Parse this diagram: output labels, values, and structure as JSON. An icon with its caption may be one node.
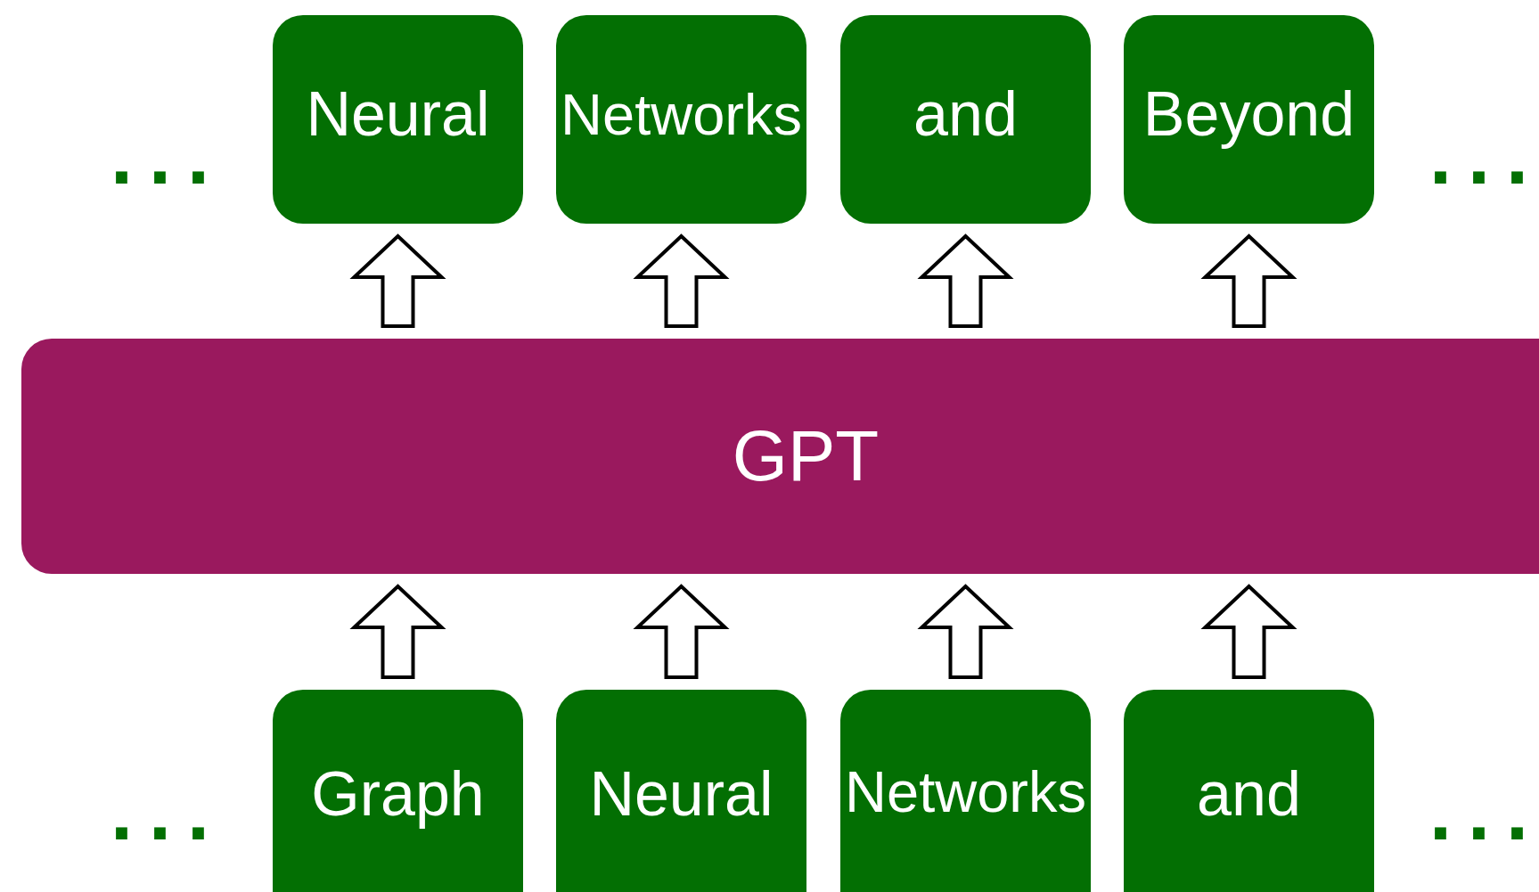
{
  "diagram": {
    "nodes": [
      {
        "text": [
          "Neural"
        ]
      },
      {
        "text": [
          "Networks"
        ]
      },
      {
        "text": [
          "and"
        ]
      },
      {
        "text": [
          "Beyond"
        ]
      },
      {
        "text": [
          "GPT"
        ]
      },
      {
        "text": [
          "Graph"
        ]
      },
      {
        "text": [
          "Neural"
        ]
      },
      {
        "text": [
          "Networks"
        ]
      },
      {
        "text": [
          "and"
        ]
      }
    ],
    "edges": [
      {
        "from": 4,
        "to": 0,
        "arrow": "to"
      },
      {
        "from": 4,
        "to": 1,
        "arrow": "to"
      },
      {
        "from": 4,
        "to": 2,
        "arrow": "to"
      },
      {
        "from": 4,
        "to": 3,
        "arrow": "to"
      },
      {
        "from": 5,
        "to": 4,
        "arrow": "to"
      },
      {
        "from": 6,
        "to": 4,
        "arrow": "to"
      },
      {
        "from": 7,
        "to": 4,
        "arrow": "to"
      },
      {
        "from": 8,
        "to": 4,
        "arrow": "to"
      }
    ],
    "labels": [
      "...",
      "...",
      "...",
      "..."
    ]
  }
}
